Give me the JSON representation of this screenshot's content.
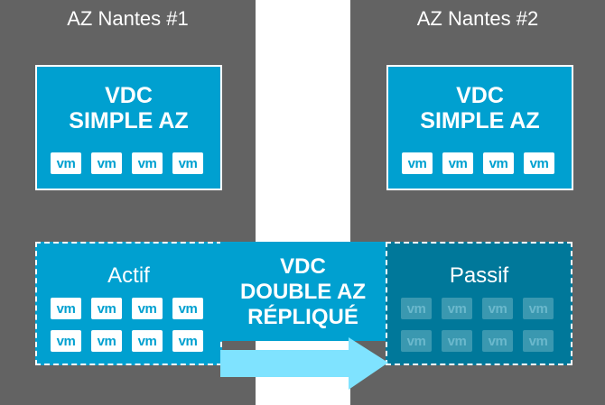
{
  "columns": {
    "left": {
      "title": "AZ Nantes #1"
    },
    "right": {
      "title": "AZ Nantes #2"
    }
  },
  "simple_vdc": {
    "title_line1": "VDC",
    "title_line2": "SIMPLE AZ"
  },
  "double_vdc": {
    "title_line1": "VDC",
    "title_line2": "DOUBLE AZ",
    "title_line3": "RÉPLIQUÉ",
    "active_label": "Actif",
    "passive_label": "Passif"
  },
  "vm_label": "vm",
  "colors": {
    "background_column": "#636363",
    "accent_blue": "#00a0d0",
    "passive_blue": "#00789a",
    "arrow_blue": "#7fe3ff",
    "gap": "#ffffff"
  }
}
